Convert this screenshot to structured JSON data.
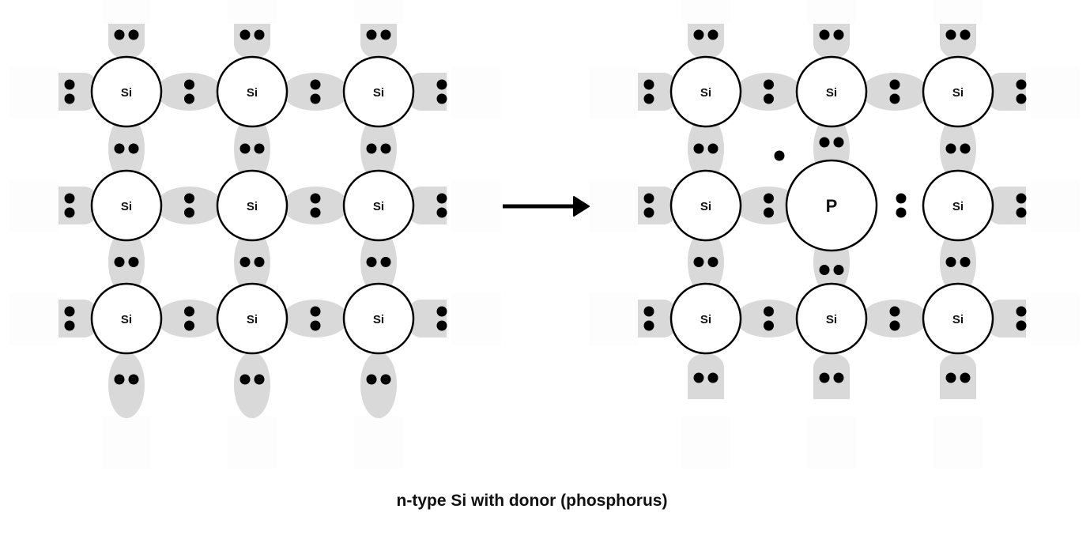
{
  "caption": "n-type Si with donor (phosphorus)",
  "colors": {
    "bond_lobe": "#d9d9d9",
    "electron": "#000000",
    "atom_fill": "#ffffff",
    "atom_stroke": "#000000"
  },
  "panels": [
    {
      "name": "pure-silicon-lattice",
      "grid": [
        [
          "Si",
          "Si",
          "Si"
        ],
        [
          "Si",
          "Si",
          "Si"
        ],
        [
          "Si",
          "Si",
          "Si"
        ]
      ]
    },
    {
      "name": "phosphorus-doped-lattice",
      "grid": [
        [
          "Si",
          "Si",
          "Si"
        ],
        [
          "Si",
          "P",
          "Si"
        ],
        [
          "Si",
          "Si",
          "Si"
        ]
      ],
      "donor": {
        "symbol": "P",
        "row": 1,
        "col": 1,
        "free_electrons": 1,
        "unshared_bond_side": "right"
      }
    }
  ],
  "arrow": {
    "direction": "right",
    "meaning": "doping"
  },
  "electrons_per_bond": 2
}
